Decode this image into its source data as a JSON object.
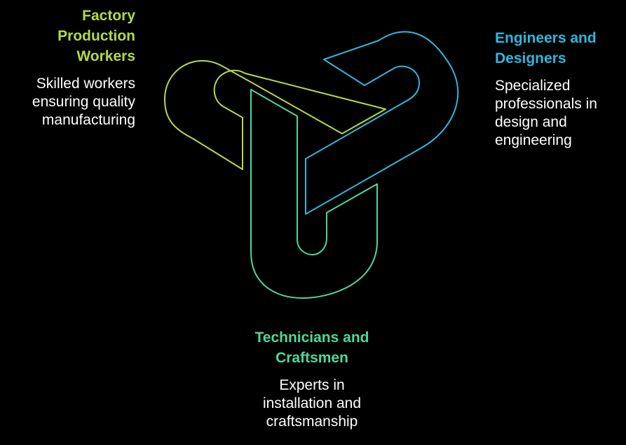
{
  "colors": {
    "background": "#000000",
    "factory": "#b5d94b",
    "engineers": "#2fb6de",
    "technicians": "#4fd79a",
    "description": "#ffffff"
  },
  "factory": {
    "title": [
      "Factory",
      "Production",
      "Workers"
    ],
    "description": [
      "Skilled workers",
      "ensuring quality",
      "manufacturing"
    ]
  },
  "engineers": {
    "title": [
      "Engineers and",
      "Designers"
    ],
    "description": [
      "Specialized",
      "professionals in",
      "design and",
      "engineering"
    ]
  },
  "technicians": {
    "title": [
      "Technicians and",
      "Craftsmen"
    ],
    "description": [
      "Experts in",
      "installation and",
      "craftsmanship"
    ]
  }
}
